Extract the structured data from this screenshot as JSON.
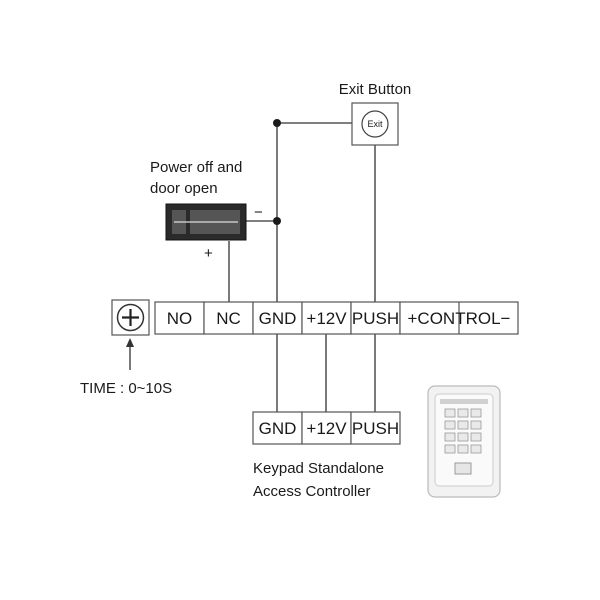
{
  "labels": {
    "exit_button": "Exit Button",
    "exit_key": "Exit",
    "power_line1": "Power off and",
    "power_line2": "door open",
    "minus": "−",
    "plus": "+",
    "time": "TIME : 0~10S",
    "keypad_line1": "Keypad Standalone",
    "keypad_line2": "Access Controller"
  },
  "top_terminals": [
    "NO",
    "NC",
    "GND",
    "+12V",
    "PUSH",
    "+CONTROL−"
  ],
  "bottom_terminals": [
    "GND",
    "+12V",
    "PUSH"
  ],
  "colors": {
    "line": "#333333",
    "text": "#1a1a1a"
  }
}
